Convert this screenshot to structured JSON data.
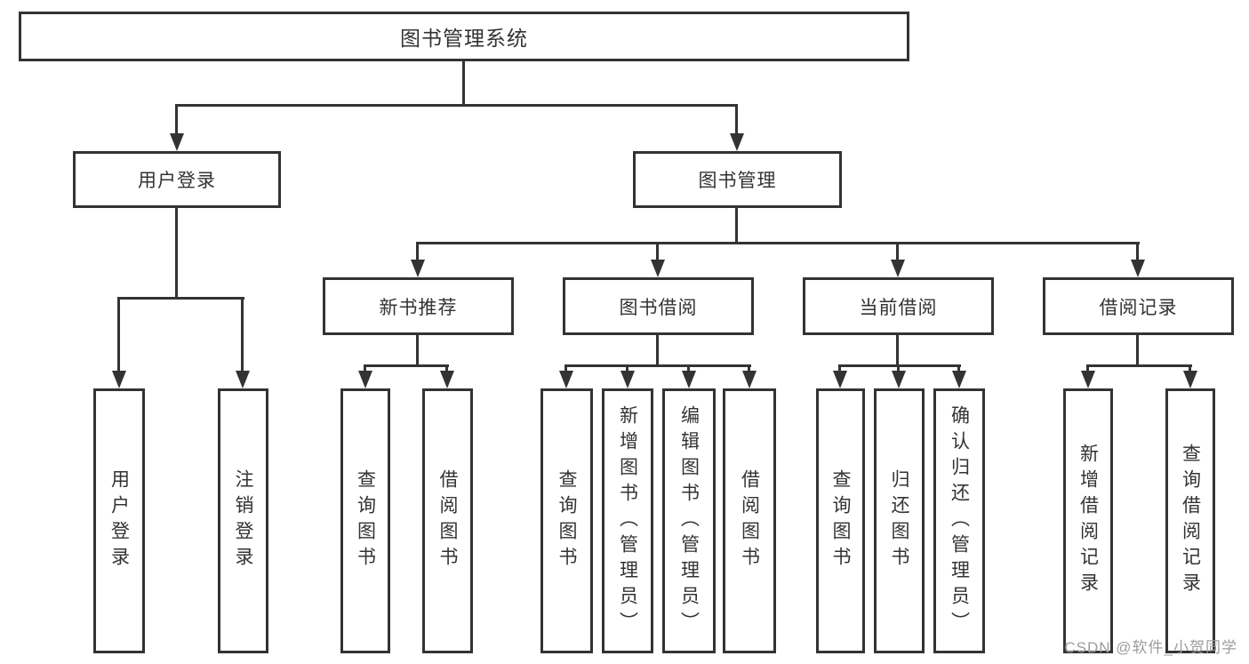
{
  "diagram": {
    "title": "图书管理系统",
    "root": "图书管理系统",
    "level2": [
      "用户登录",
      "图书管理"
    ],
    "level3": [
      "新书推荐",
      "图书借阅",
      "当前借阅",
      "借阅记录"
    ],
    "leaves": [
      "用户登录",
      "注销登录",
      "查询图书",
      "借阅图书",
      "查询图书",
      "新增图书（管理员）",
      "编辑图书（管理员）",
      "借阅图书",
      "查询图书",
      "归还图书",
      "确认归还（管理员）",
      "新增借阅记录",
      "查询借阅记录"
    ]
  },
  "watermark": "CSDN @软件_小贺同学",
  "colors": {
    "line": "#333333",
    "text": "#333333",
    "watermark": "#9c9c9c",
    "background": "#ffffff"
  }
}
